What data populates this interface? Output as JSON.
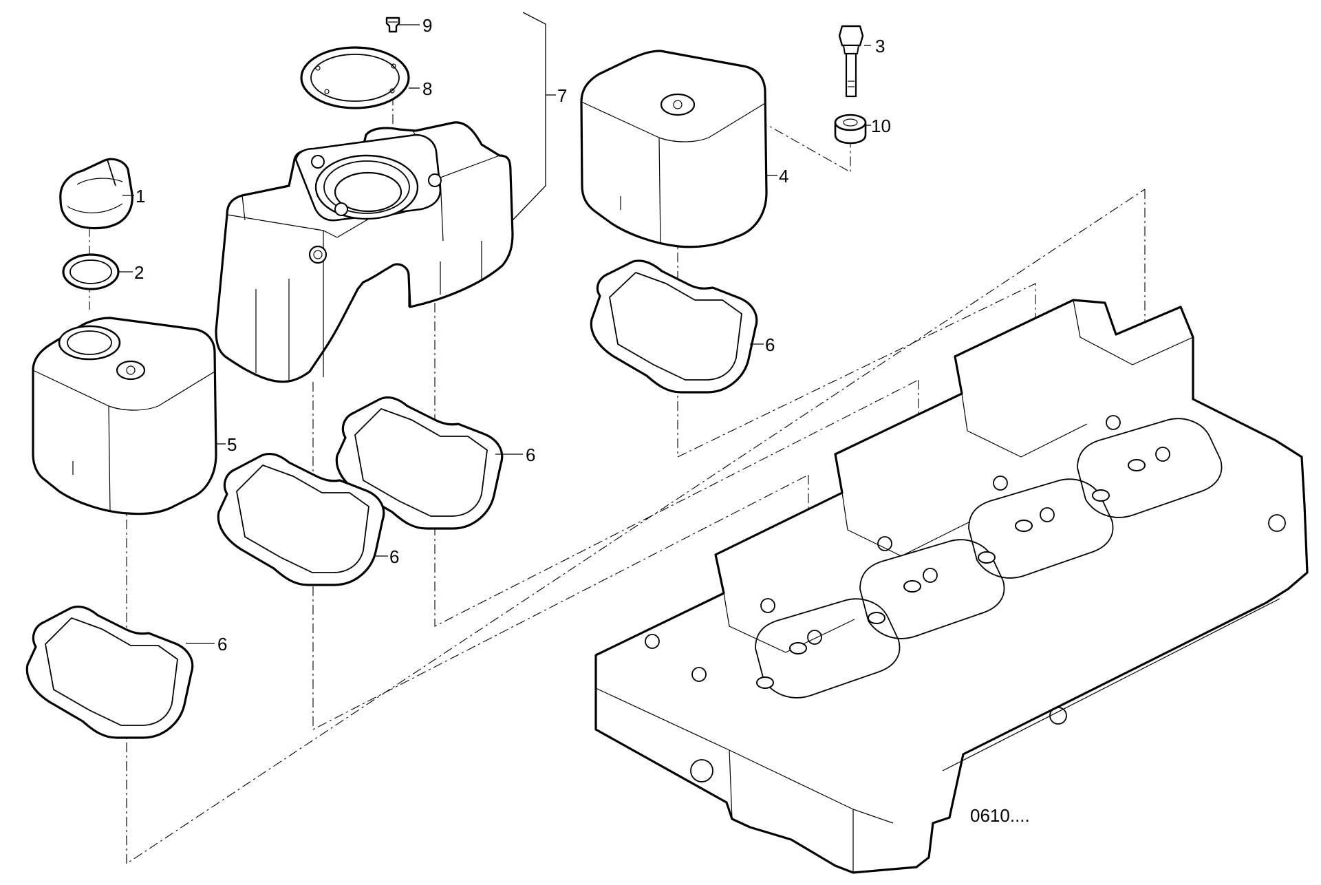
{
  "diagram": {
    "callouts": [
      {
        "id": "1",
        "label": "1"
      },
      {
        "id": "2",
        "label": "2"
      },
      {
        "id": "3",
        "label": "3"
      },
      {
        "id": "4",
        "label": "4"
      },
      {
        "id": "5",
        "label": "5"
      },
      {
        "id": "6a",
        "label": "6"
      },
      {
        "id": "6b",
        "label": "6"
      },
      {
        "id": "6c",
        "label": "6"
      },
      {
        "id": "6d",
        "label": "6"
      },
      {
        "id": "7",
        "label": "7"
      },
      {
        "id": "8",
        "label": "8"
      },
      {
        "id": "9",
        "label": "9"
      },
      {
        "id": "10",
        "label": "10"
      }
    ],
    "drawing_code": "0610....",
    "parts": {
      "p1": "oil-filler-cap",
      "p2": "o-ring",
      "p3": "bolt",
      "p4": "cylinder-head-cover",
      "p5": "cylinder-head-cover",
      "p6": "gasket",
      "p7": "cylinder-head-cover-assembly",
      "p8": "plate-gasket",
      "p9": "screw",
      "p10": "spacer",
      "head": "cylinder-head"
    }
  }
}
